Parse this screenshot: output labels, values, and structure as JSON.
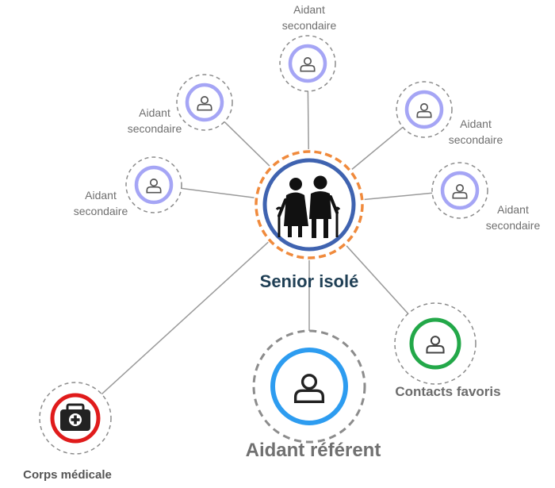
{
  "center": {
    "label": "Senior isolé",
    "icon": "elderly-couple-icon"
  },
  "secondaires": [
    {
      "line1": "Aidant",
      "line2": "secondaire",
      "icon": "person-icon"
    },
    {
      "line1": "Aidant",
      "line2": "secondaire",
      "icon": "person-icon"
    },
    {
      "line1": "Aidant",
      "line2": "secondaire",
      "icon": "person-icon"
    },
    {
      "line1": "Aidant",
      "line2": "secondaire",
      "icon": "person-icon"
    },
    {
      "line1": "Aidant",
      "line2": "secondaire",
      "icon": "person-icon"
    }
  ],
  "contacts": {
    "label": "Contacts favoris",
    "icon": "person-icon"
  },
  "referent": {
    "label": "Aidant référent",
    "icon": "person-icon"
  },
  "medical": {
    "label": "Corps médicale",
    "icon": "medical-kit-icon"
  },
  "colors": {
    "secondary_ring": "#a5a5f5",
    "center_ring": "#3f63b0",
    "center_dash": "#f08a3c",
    "contacts_ring": "#23a849",
    "referent_ring": "#2d9cf0",
    "medical_ring": "#e01b1b",
    "outer_dash": "#8c8c8c",
    "connector": "#9a9a9a"
  }
}
